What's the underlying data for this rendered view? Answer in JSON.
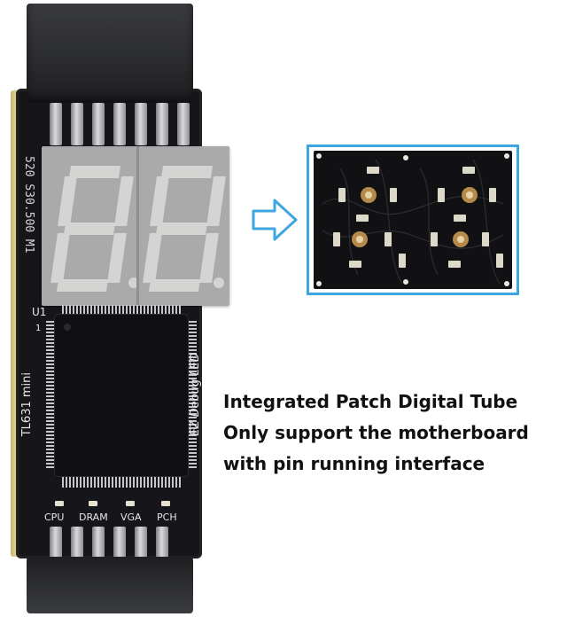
{
  "board": {
    "display_label": "520 S30.500 M1",
    "chip_ref": "U1",
    "pin1_mark": "1",
    "model_label": "TL631 mini",
    "brand_label": "EZ Debug LED",
    "digits": "88",
    "leds": [
      "CPU",
      "DRAM",
      "VGA",
      "PCH"
    ]
  },
  "caption": {
    "line1": "Integrated Patch Digital Tube",
    "line2": "Only support the motherboard",
    "line3": "with pin running interface"
  },
  "colors": {
    "inset_border": "#3ea6e0",
    "arrow": "#3ea6e0",
    "pcb": "#16161a",
    "segment_display": "#a9aaa9"
  }
}
